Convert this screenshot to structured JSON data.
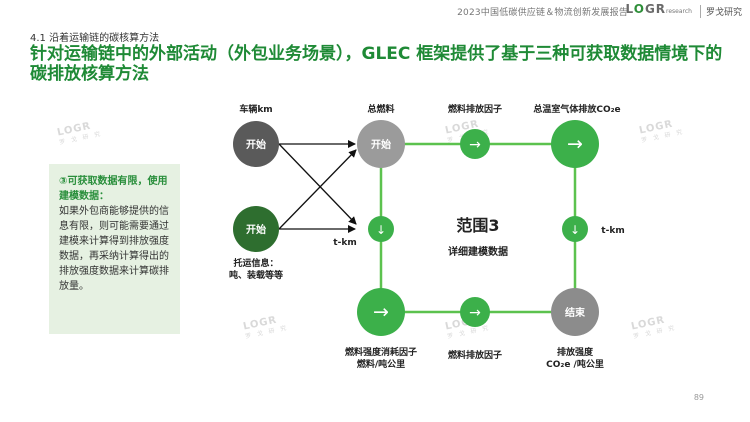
{
  "header": {
    "report_title": "2023中国低碳供应链＆物流创新发展报告",
    "logo_main": "L",
    "logo_o": "O",
    "logo_end": "GR",
    "logo_suffix": "research",
    "org_name": "罗戈研究"
  },
  "section_label": "4.1 沿着运输链的碳核算方法",
  "headline": "针对运输链中的外部活动（外包业务场景），GLEC 框架提供了基于三种可获取数据情境下的碳排放核算方法",
  "note": {
    "heading": "③可获取数据有限，使用建模数据：",
    "body": "如果外包商能够提供的信息有限，则可能需要通过建模来计算得到排放强度数据，再采纳计算得出的排放强度数据来计算碳排放量。"
  },
  "diagram": {
    "label_vehicle_km": "车辆km",
    "label_total_fuel": "总燃料",
    "label_fuel_factor_top": "燃料排放因子",
    "label_total_ghg": "总温室气体排放CO₂e",
    "node_start_label": "开始",
    "node_end_label": "结束",
    "label_tkm_left": "t-km",
    "label_tkm_right": "t-km",
    "shipment_info_line1": "托运信息：",
    "shipment_info_line2": "吨、装载等等",
    "scope_title": "范围3",
    "scope_subtitle": "详细建模数据",
    "label_intensity_line1": "燃料强度消耗因子",
    "label_intensity_line2": "燃料/吨公里",
    "label_fuel_factor_bottom": "燃料排放因子",
    "label_emission_intensity_line1": "排放强度",
    "label_emission_intensity_line2": "CO₂e /吨公里",
    "arrow_glyph": "→",
    "down_glyph": "↓"
  },
  "page_number": "89",
  "watermark": {
    "main": "LOGR",
    "sub": "罗 戈 研 究"
  },
  "colors": {
    "accent_green": "#2f8f3a",
    "line_green": "#5cc24e",
    "node_gray": "#8c8c8c",
    "node_dark_gray": "#5a5a5a",
    "node_dark_green": "#2e6e2f",
    "note_bg": "#e6f1e2"
  }
}
